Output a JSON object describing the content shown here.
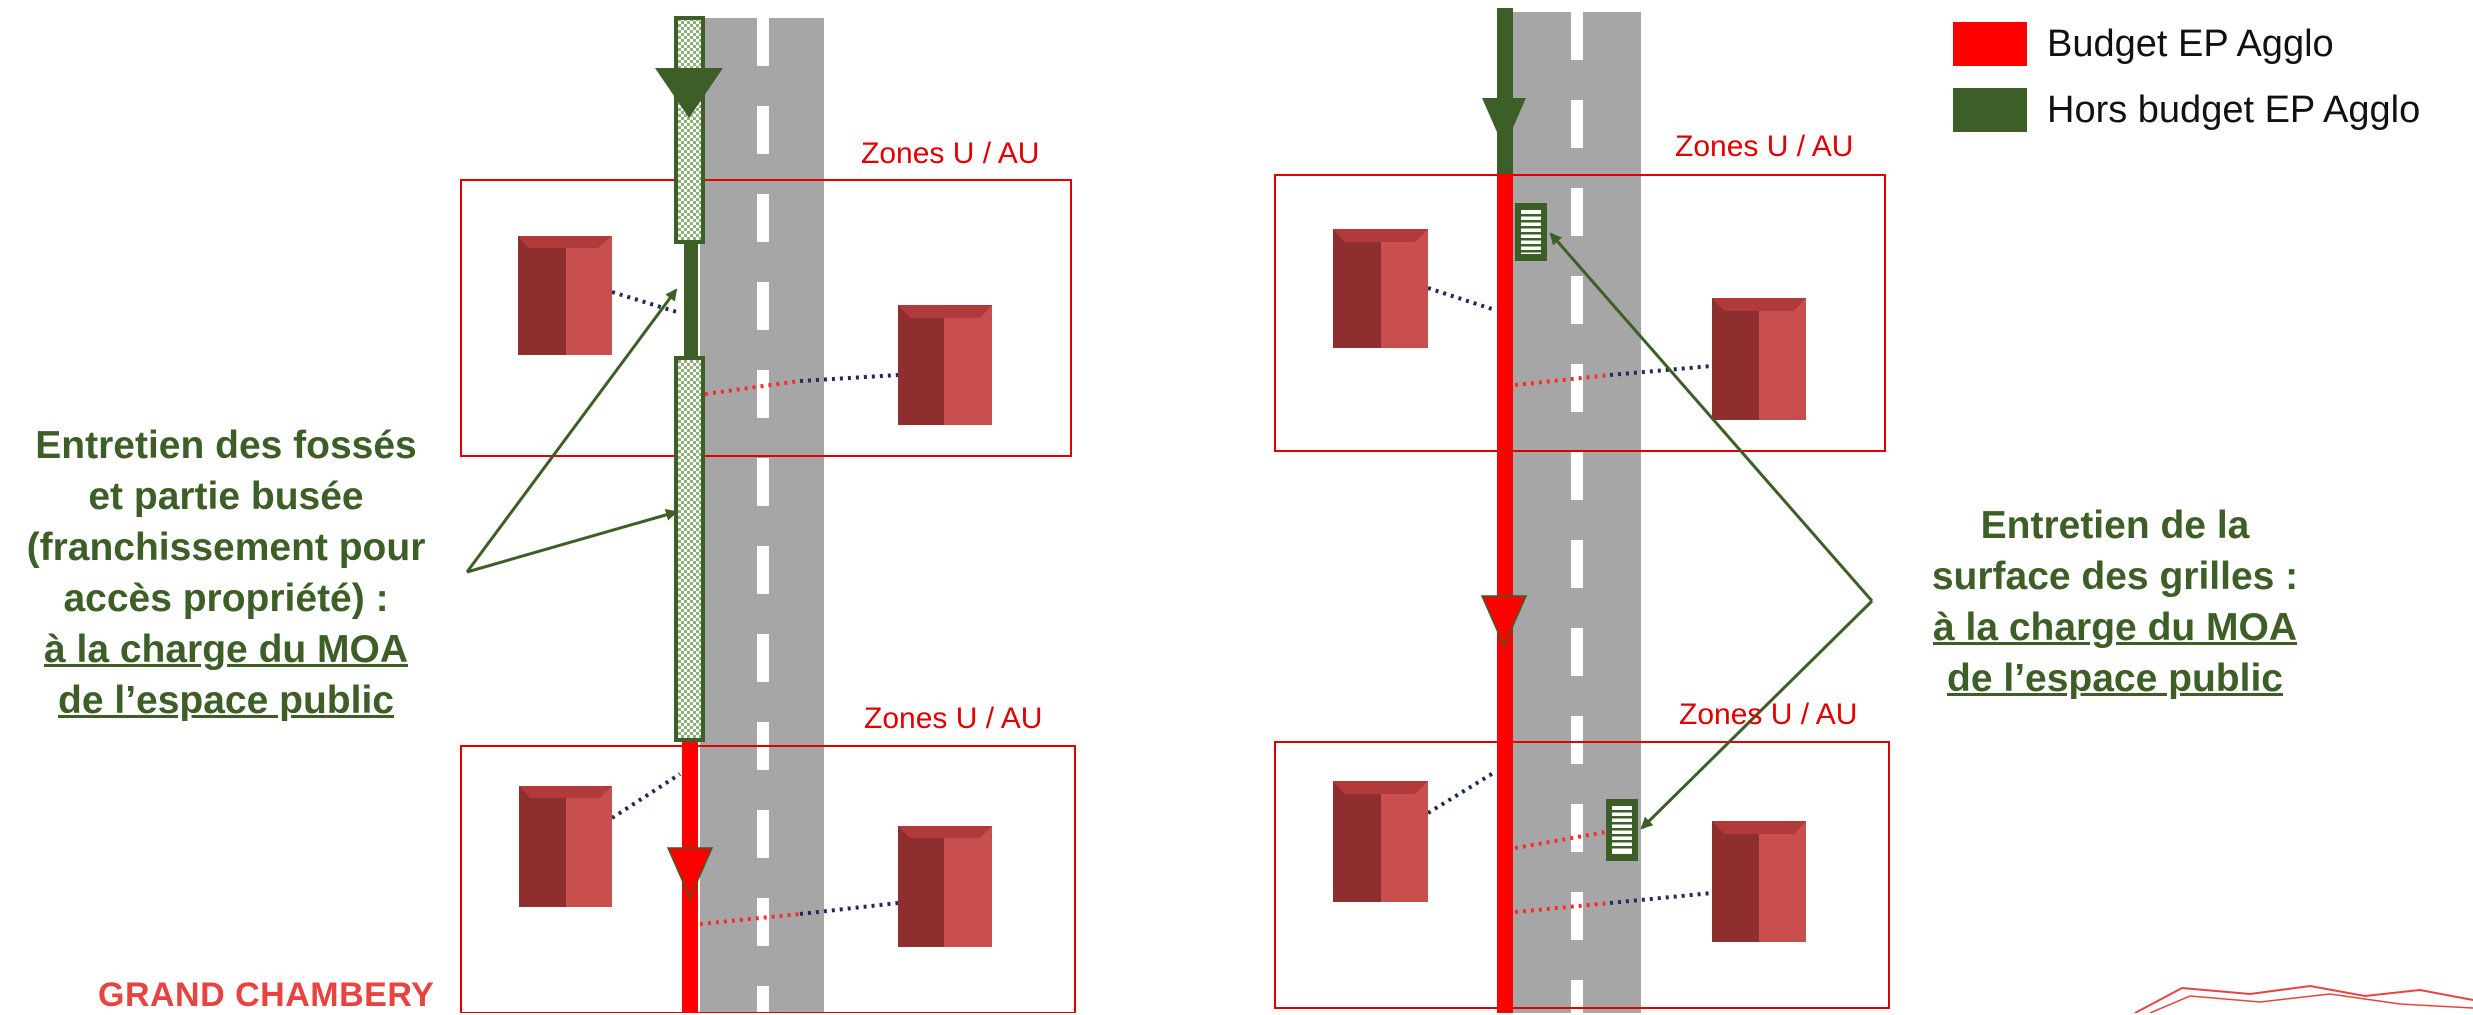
{
  "legend": {
    "items": [
      {
        "label": "Budget EP Agglo",
        "color": "#ff0000"
      },
      {
        "label": "Hors budget EP Agglo",
        "color": "#3d5e26"
      }
    ]
  },
  "left_panel": {
    "zone_top_label": "Zones U / AU",
    "zone_bottom_label": "Zones U / AU",
    "note": {
      "line1": "Entretien des fossés",
      "line2": "et partie busée",
      "line3": "(franchissement pour",
      "line4": "accès propriété) :",
      "line5": "à la charge du MOA",
      "line6": "de l’espace public"
    }
  },
  "right_panel": {
    "zone_top_label": "Zones U / AU",
    "zone_bottom_label": "Zones U / AU",
    "note": {
      "line1": "Entretien de la",
      "line2": "surface des grilles :",
      "line3": "à la charge du MOA",
      "line4": "de l’espace public"
    }
  },
  "footer": {
    "brand": "GRAND CHAMBERY"
  },
  "colors": {
    "red": "#ff0000",
    "green": "#3d5e26",
    "road": "#a6a6a6",
    "house_light": "#c94f4f",
    "house_dark": "#8e2e2e"
  }
}
